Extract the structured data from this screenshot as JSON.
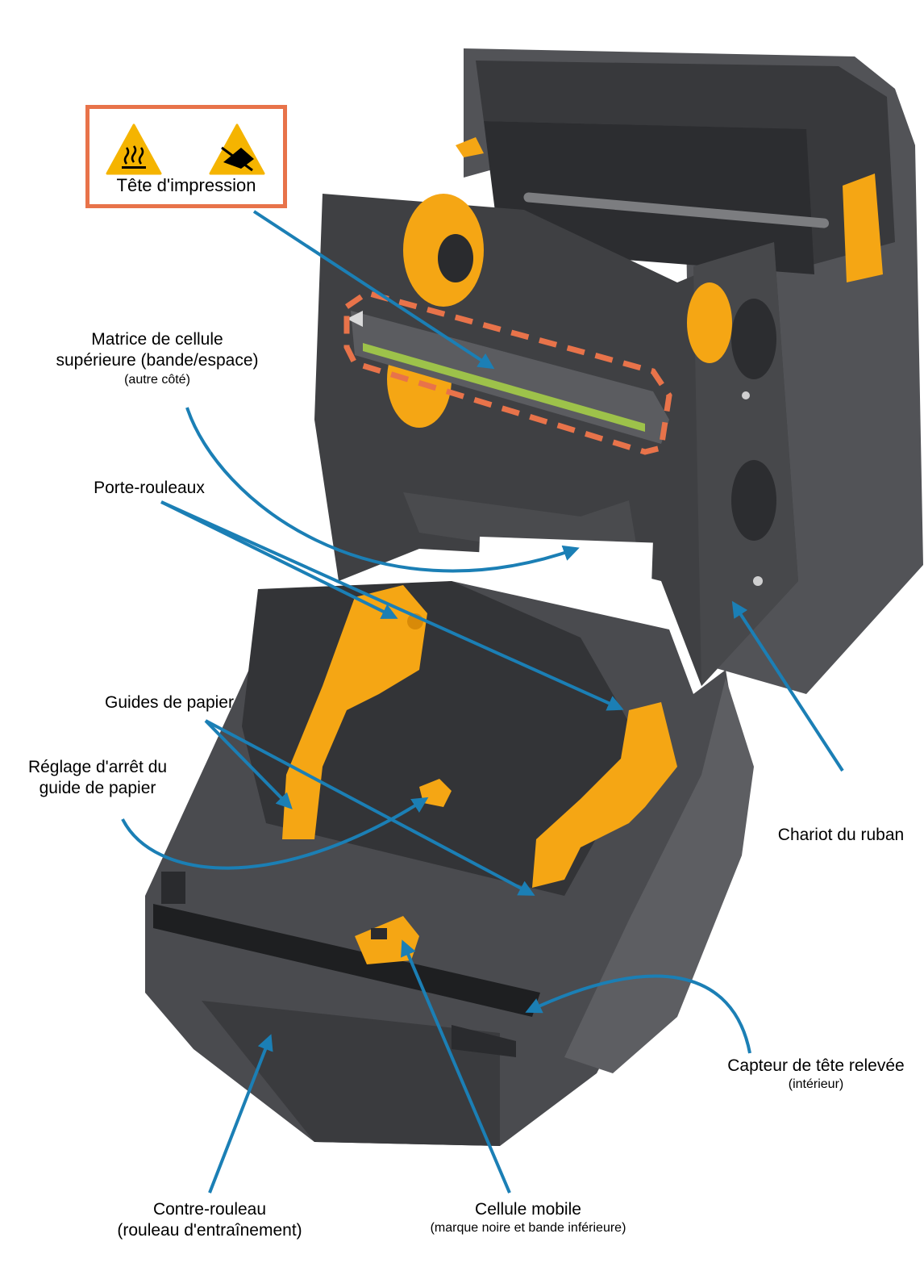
{
  "warning": {
    "title": "Tête d'impression",
    "icons": [
      "hot-surface-warning-icon",
      "esd-warning-icon"
    ],
    "border_color": "#e8734a"
  },
  "labels": {
    "matrice": {
      "line1": "Matrice de cellule",
      "line2": "supérieure (bande/espace)",
      "note": "(autre côté)"
    },
    "porte": {
      "line1": "Porte-rouleaux"
    },
    "guides": {
      "line1": "Guides de papier"
    },
    "reglage": {
      "line1": "Réglage d'arrêt du",
      "line2": "guide de papier"
    },
    "chariot": {
      "line1": "Chariot du ruban"
    },
    "capteur": {
      "line1": "Capteur de tête relevée",
      "note": "(intérieur)"
    },
    "contre": {
      "line1": "Contre-rouleau",
      "line2": "(rouleau d'entraînement)"
    },
    "cellule": {
      "line1": "Cellule mobile",
      "note": "(marque noire et bande inférieure)"
    }
  },
  "colors": {
    "callout": "#1b7fb5",
    "printer_body": "#3c3d40",
    "printer_dark": "#2a2b2e",
    "accent_yellow": "#f5a614",
    "highlight": "#e8734a"
  }
}
